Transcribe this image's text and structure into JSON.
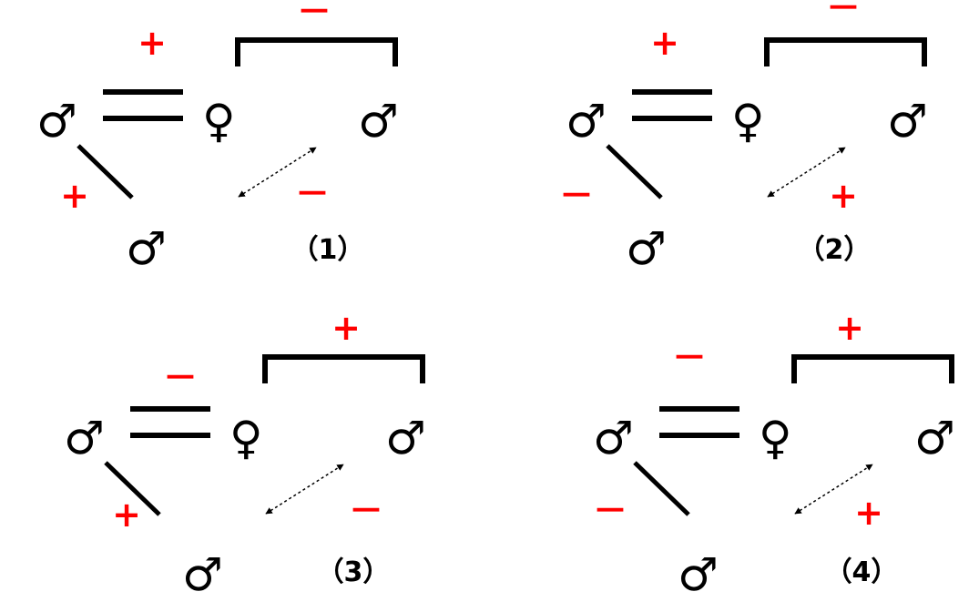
{
  "colors": {
    "line": "#000000",
    "sign": "#ff0000"
  },
  "symbols": {
    "male": "♂",
    "female": "♀"
  },
  "panels": [
    {
      "label": "（1）",
      "signs": {
        "marriage": "+",
        "siblings": "－",
        "father_son": "+",
        "uncle_nephew": "－"
      }
    },
    {
      "label": "（2）",
      "signs": {
        "marriage": "+",
        "siblings": "－",
        "father_son": "－",
        "uncle_nephew": "+"
      }
    },
    {
      "label": "（3）",
      "signs": {
        "marriage": "－",
        "siblings": "+",
        "father_son": "+",
        "uncle_nephew": "－"
      }
    },
    {
      "label": "（4）",
      "signs": {
        "marriage": "－",
        "siblings": "+",
        "father_son": "－",
        "uncle_nephew": "+"
      }
    }
  ]
}
